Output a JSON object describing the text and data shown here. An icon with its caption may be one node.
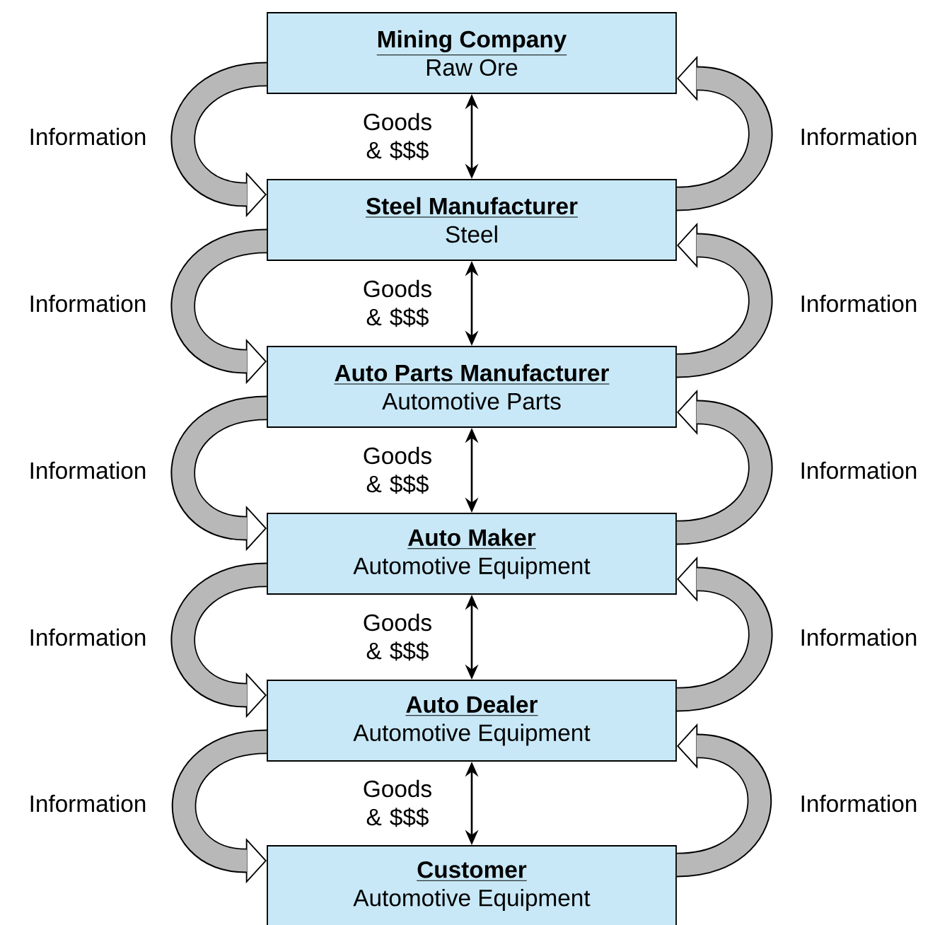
{
  "diagram": {
    "nodes": [
      {
        "text": [
          "Mining Company",
          "Raw Ore"
        ]
      },
      {
        "text": [
          "Steel Manufacturer",
          "Steel"
        ]
      },
      {
        "text": [
          "Auto Parts Manufacturer",
          "Automotive Parts"
        ]
      },
      {
        "text": [
          "Auto Maker",
          "Automotive Equipment"
        ]
      },
      {
        "text": [
          "Auto Dealer",
          "Automotive Equipment"
        ]
      },
      {
        "text": [
          "Customer",
          "Automotive Equipment"
        ]
      }
    ],
    "edges": [
      {
        "from": 0,
        "to": 1,
        "arrow": "both",
        "label": "Goods & $$$"
      },
      {
        "from": 0,
        "to": 1,
        "arrow": "to",
        "label": "Information"
      },
      {
        "from": 1,
        "to": 0,
        "arrow": "to",
        "label": "Information"
      },
      {
        "from": 1,
        "to": 2,
        "arrow": "both",
        "label": "Goods & $$$"
      },
      {
        "from": 1,
        "to": 2,
        "arrow": "to",
        "label": "Information"
      },
      {
        "from": 2,
        "to": 1,
        "arrow": "to",
        "label": "Information"
      },
      {
        "from": 2,
        "to": 3,
        "arrow": "both",
        "label": "Goods & $$$"
      },
      {
        "from": 2,
        "to": 3,
        "arrow": "to",
        "label": "Information"
      },
      {
        "from": 3,
        "to": 2,
        "arrow": "to",
        "label": "Information"
      },
      {
        "from": 3,
        "to": 4,
        "arrow": "both",
        "label": "Goods & $$$"
      },
      {
        "from": 3,
        "to": 4,
        "arrow": "to",
        "label": "Information"
      },
      {
        "from": 4,
        "to": 3,
        "arrow": "to",
        "label": "Information"
      },
      {
        "from": 4,
        "to": 5,
        "arrow": "both",
        "label": "Goods & $$$"
      },
      {
        "from": 4,
        "to": 5,
        "arrow": "to",
        "label": "Information"
      },
      {
        "from": 5,
        "to": 4,
        "arrow": "to",
        "label": "Information"
      }
    ]
  }
}
